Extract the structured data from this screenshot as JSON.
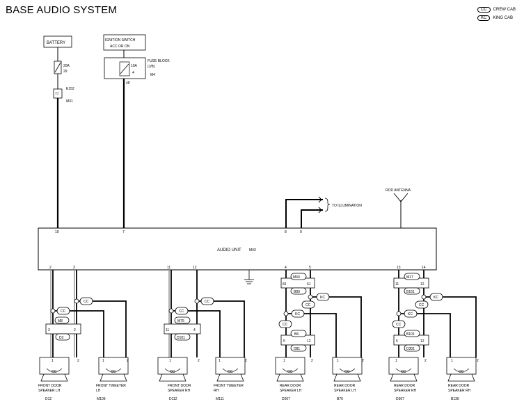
{
  "title": "BASE AUDIO SYSTEM",
  "legend": [
    {
      "code": "CC",
      "label": "CREW CAB"
    },
    {
      "code": "KC",
      "label": "KING CAB"
    }
  ],
  "battery": {
    "label": "BATTERY",
    "fuse": "20A",
    "fuse_no": "29",
    "conn": "77",
    "ref1": "E152",
    "ref2": "M31"
  },
  "ignition": {
    "line1": "IGNITION SWITCH",
    "line2": "ACC OR ON"
  },
  "fuse_block": {
    "line1": "FUSE BLOCK",
    "line2": "(J/B)",
    "fuse": "10A",
    "fuse_no": "4",
    "ref": "M4",
    "pin": "4P"
  },
  "illumination": "TO ILLUMINATION",
  "antenna": "ROD ANTENNA",
  "audio_unit": {
    "label": "AUDIO UNIT",
    "ref": "M43",
    "top_pins": [
      "19",
      "7",
      "8",
      "9"
    ],
    "bottom_pins": [
      "2",
      "3",
      "11",
      "12",
      "4",
      "5",
      "13",
      "14"
    ]
  },
  "harness": {
    "fl_code": "M8",
    "fl_ref": "D2",
    "fl_pin_left": "3",
    "fl_pin_right": "2",
    "fr_code": "M75",
    "fr_ref": "D101",
    "fr_pin_left": "11",
    "fr_pin_right": "4",
    "rl_code": "M40",
    "rl_ref": "B89",
    "rl_pin_left": "8J",
    "rl_pin_right": "6J",
    "rl2_code": "B6",
    "rl2_ref": "D81",
    "rl2_pin_left": "5",
    "rl2_pin_right": "12",
    "rr_code": "M17",
    "rr_ref": "B161",
    "rr_pin_left": "11",
    "rr_pin_right": "12",
    "rr2_code": "B101",
    "rr2_ref": "D301",
    "rr2_pin_left": "5",
    "rr2_pin_right": "12"
  },
  "option_labels": {
    "cc": "CC",
    "kc": "KC"
  },
  "speaker_pins": {
    "a": "1",
    "b": "2"
  },
  "speaker_mark": "OC",
  "speakers": [
    {
      "line1": "FRONT DOOR",
      "line2": "SPEAKER LH",
      "ref": "D12"
    },
    {
      "line1": "FRONT TWEETER",
      "line2": "LH",
      "ref": "M109"
    },
    {
      "line1": "FRONT DOOR",
      "line2": "SPEAKER RH",
      "ref": "D112"
    },
    {
      "line1": "FRONT TWEETER",
      "line2": "RH",
      "ref": "M111"
    },
    {
      "line1": "REAR DOOR",
      "line2": "SPEAKER LH",
      "ref": "D207"
    },
    {
      "line1": "REAR DOOR",
      "line2": "SPEAKER LH",
      "ref": "B76"
    },
    {
      "line1": "REAR DOOR",
      "line2": "SPEAKER RH",
      "ref": "D307"
    },
    {
      "line1": "REAR DOOR",
      "line2": "SPEAKER RH",
      "ref": "B136"
    }
  ]
}
